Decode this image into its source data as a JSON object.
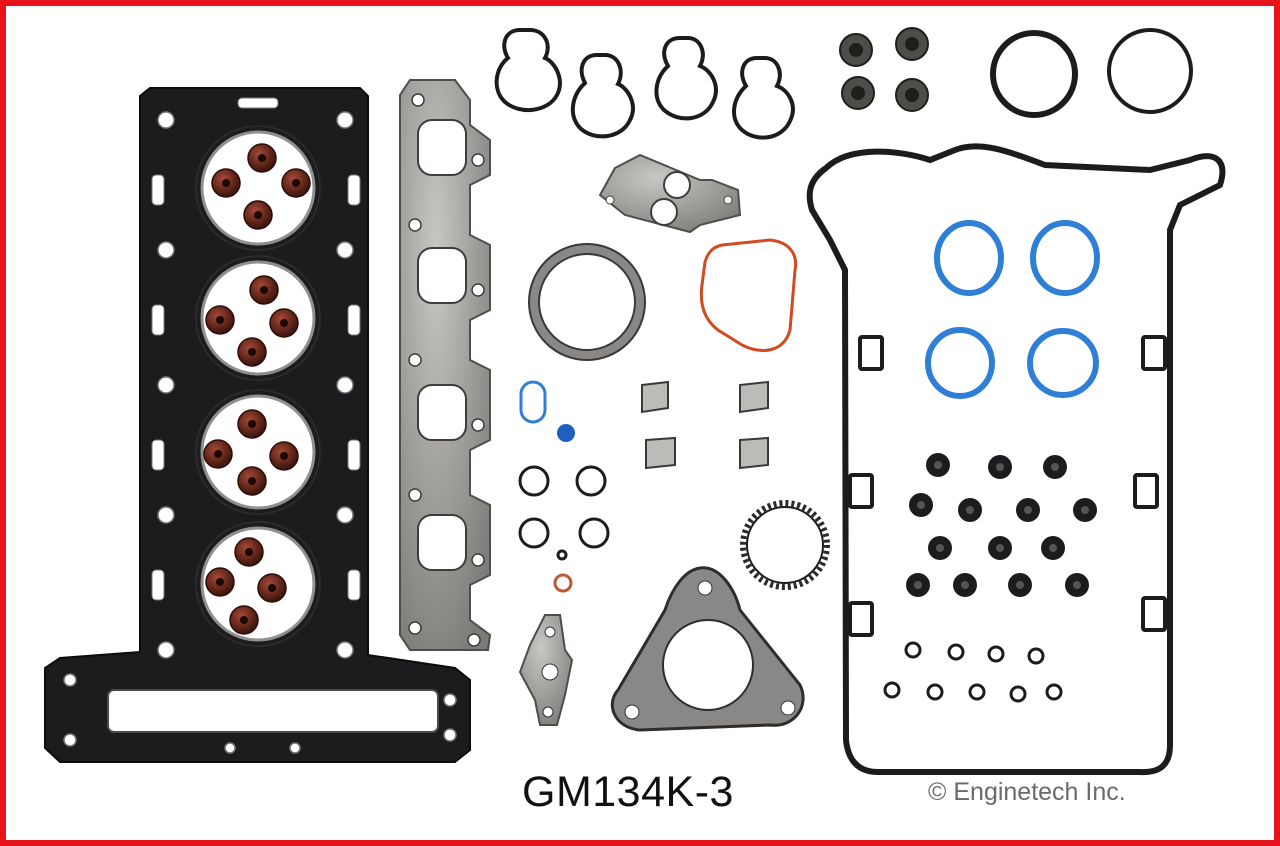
{
  "product": {
    "part_number": "GM134K-3",
    "copyright": "© Enginetech Inc."
  },
  "colors": {
    "frame": "#e8141c",
    "gasket_black": "#1c1c1e",
    "gasket_steel": "#9a9896",
    "seal_blue": "#2f7fd6",
    "seal_orange": "#d24a22",
    "valve_seal_brown": "#6a2a1c"
  },
  "components": [
    "cylinder-head-gasket",
    "exhaust-manifold-gasket",
    "valve-cover-gasket",
    "intake-port-seals",
    "valve-stem-seals",
    "o-rings",
    "spark-plug-tube-seals",
    "egr-gasket",
    "throttle-body-gasket",
    "exhaust-flange-gasket",
    "retaining-clips"
  ]
}
